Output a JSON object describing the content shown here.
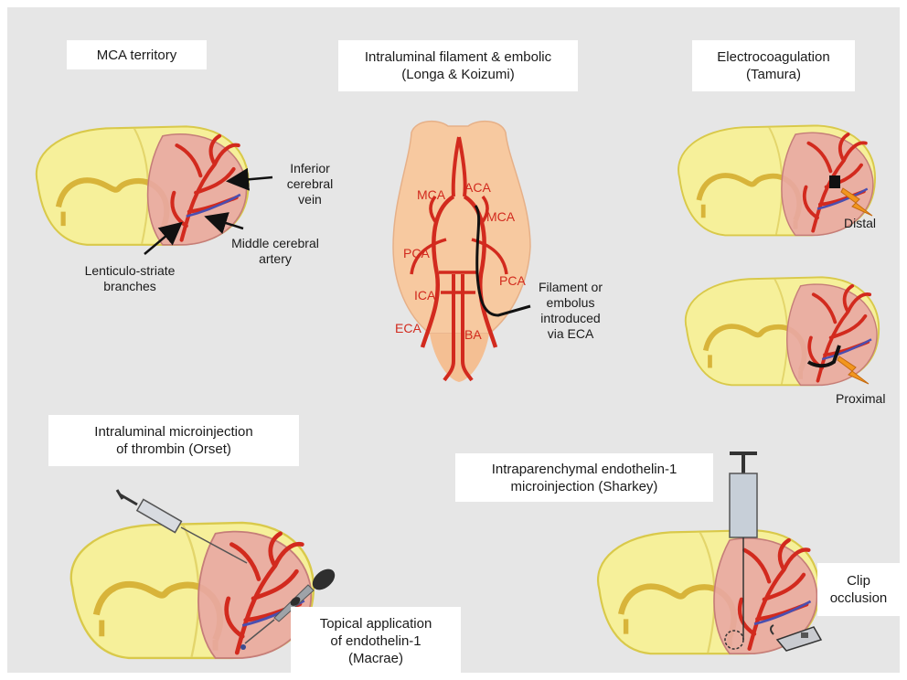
{
  "titles": {
    "mca_territory": "MCA territory",
    "intraluminal_line1": "Intraluminal filament & embolic",
    "intraluminal_line2": "(Longa & Koizumi)",
    "electro_line1": "Electrocoagulation",
    "electro_line2": "(Tamura)",
    "thrombin_line1": "Intraluminal microinjection",
    "thrombin_line2": "of thrombin (Orset)",
    "sharkey_line1": "Intraparenchymal endothelin-1",
    "sharkey_line2": "microinjection (Sharkey)",
    "topical_line1": "Topical application",
    "topical_line2": "of endothelin-1",
    "topical_line3": "(Macrae)",
    "clip_line1": "Clip",
    "clip_line2": "occlusion"
  },
  "labels": {
    "inferior_vein_1": "Inferior",
    "inferior_vein_2": "cerebral",
    "inferior_vein_3": "vein",
    "mca_artery_1": "Middle cerebral",
    "mca_artery_2": "artery",
    "lenticulo_1": "Lenticulo-striate",
    "lenticulo_2": "branches",
    "filament_1": "Filament or",
    "filament_2": "embolus",
    "filament_3": "introduced",
    "filament_4": "via ECA",
    "distal": "Distal",
    "proximal": "Proximal"
  },
  "vessels": {
    "mca_left": "MCA",
    "aca": "ACA",
    "mca_right": "MCA",
    "pca_left": "PCA",
    "pca_right": "PCA",
    "ica": "ICA",
    "eca": "ECA",
    "ba": "BA"
  },
  "colors": {
    "brain_yellow": "#f6f09a",
    "brain_outline": "#d9c94a",
    "territory_pink": "#e9a7a3",
    "artery_red": "#d22a1e",
    "vein_blue": "#4a4fb0",
    "rat_brain_peach": "#f7c9a0",
    "spark_orange": "#f2961e"
  }
}
